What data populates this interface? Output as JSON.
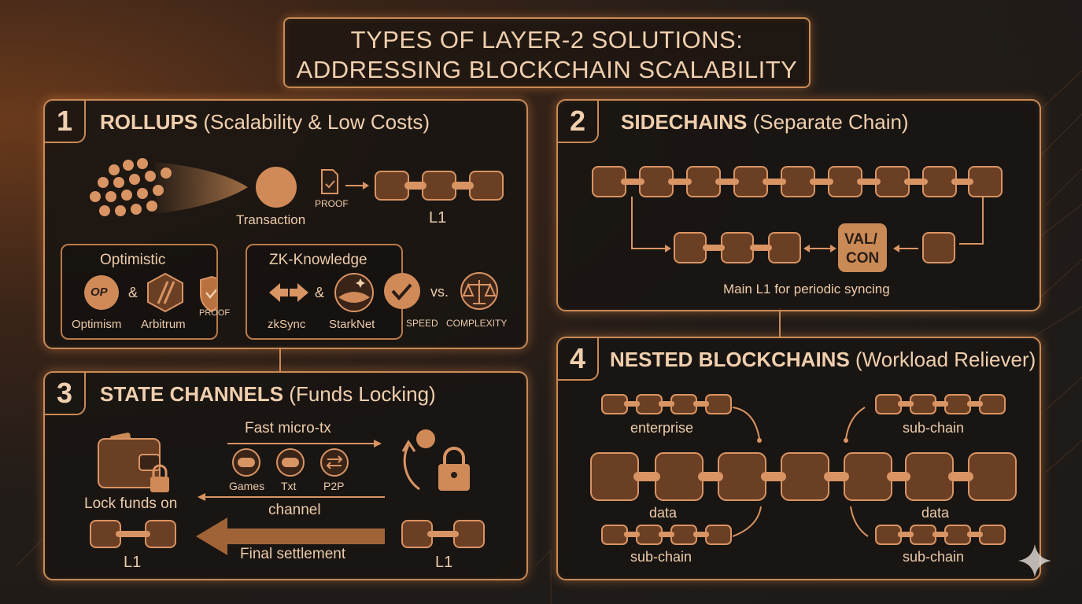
{
  "title": {
    "line1": "TYPES OF LAYER-2 SOLUTIONS:",
    "line2": "ADDRESSING BLOCKCHAIN SCALABILITY"
  },
  "rollups": {
    "number": "1",
    "name": "ROLLUPS",
    "subtitle": "(Scalability & Low Costs)",
    "transaction_label": "Transaction",
    "proof_label": "PROOF",
    "l1_label": "L1",
    "optimistic": {
      "title": "Optimistic",
      "op_badge": "OP",
      "amp": "&",
      "projects": [
        "Optimism",
        "Arbitrum"
      ],
      "proof": "PROOF"
    },
    "zk": {
      "title": "ZK-Knowledge",
      "amp": "&",
      "projects": [
        "zkSync",
        "StarkNet"
      ],
      "speed": "SPEED",
      "vs": "vs.",
      "complexity": "COMPLEXITY"
    }
  },
  "sidechains": {
    "number": "2",
    "name": "SIDECHAINS",
    "subtitle": "(Separate Chain)",
    "validator_line1": "VAL/",
    "validator_line2": "CON",
    "caption": "Main L1 for periodic syncing"
  },
  "state_channels": {
    "number": "3",
    "name": "STATE CHANNELS",
    "subtitle": "(Funds Locking)",
    "fast": "Fast micro-tx",
    "uses": [
      "Games",
      "Txt",
      "P2P"
    ],
    "lock": "Lock funds on",
    "channel": "channel",
    "settlement": "Final settlement",
    "l1_left": "L1",
    "l1_right": "L1"
  },
  "nested": {
    "number": "4",
    "name": "NESTED BLOCKCHAINS",
    "subtitle": "(Workload Reliever)",
    "labels": {
      "top_left": "enterprise",
      "top_right": "sub-chain",
      "mid_left": "data",
      "mid_right": "data",
      "bot_left": "sub-chain",
      "bot_right": "sub-chain"
    }
  },
  "colors": {
    "accent": "#c98a55",
    "text": "#f0cfae",
    "background": "#1c1a18",
    "chain_fill": "#7a4a2c"
  },
  "icons": [
    "op-logo-icon",
    "arbitrum-logo-icon",
    "shield-check-icon",
    "zksync-arrows-icon",
    "starknet-logo-icon",
    "check-icon",
    "scales-icon",
    "wallet-icon",
    "lock-icon",
    "gamepad-icon",
    "swap-icon",
    "sparkle-icon"
  ]
}
